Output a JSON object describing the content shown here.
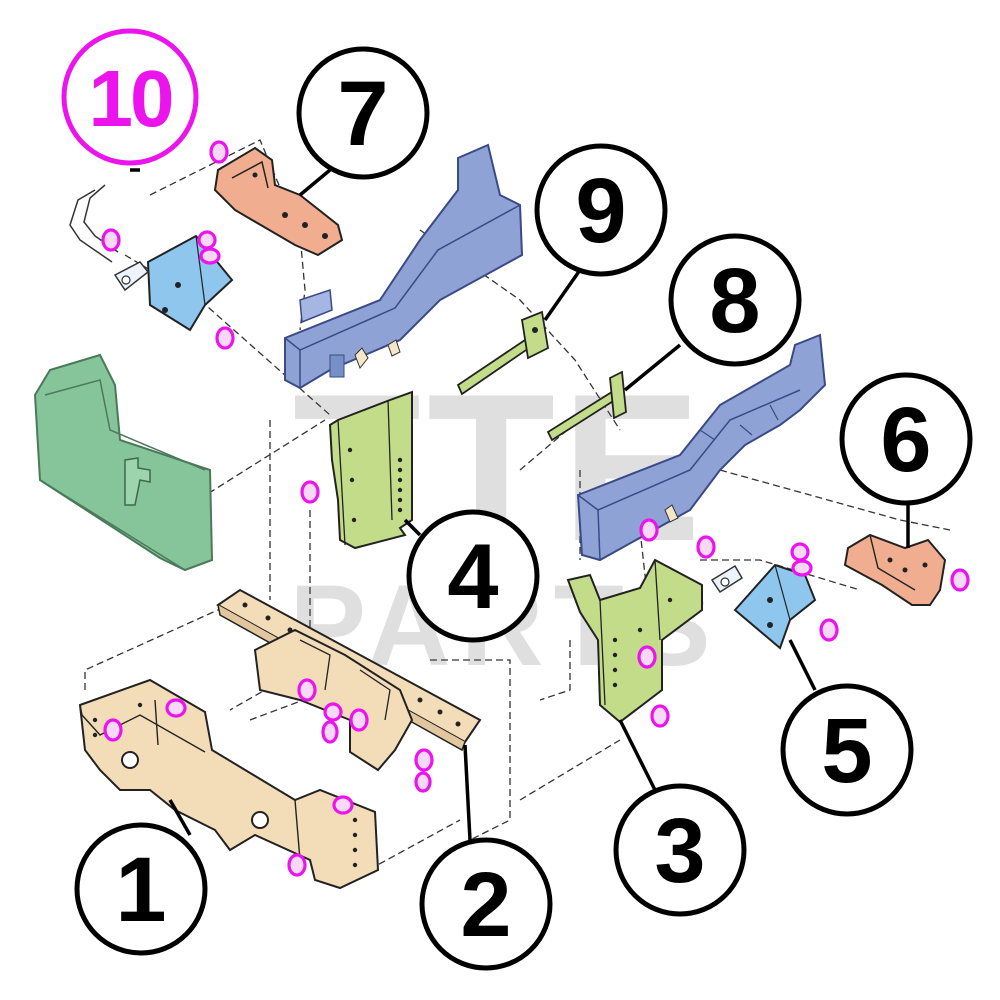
{
  "watermark": {
    "line1": "TTE",
    "line2": "PARTS"
  },
  "callouts": [
    {
      "id": "callout-1",
      "label": "1"
    },
    {
      "id": "callout-2",
      "label": "2"
    },
    {
      "id": "callout-3",
      "label": "3"
    },
    {
      "id": "callout-4",
      "label": "4"
    },
    {
      "id": "callout-5",
      "label": "5"
    },
    {
      "id": "callout-6",
      "label": "6"
    },
    {
      "id": "callout-7",
      "label": "7"
    },
    {
      "id": "callout-8",
      "label": "8"
    },
    {
      "id": "callout-9",
      "label": "9"
    },
    {
      "id": "callout-10",
      "label": "10"
    }
  ],
  "colors": {
    "frame_rail": "#8fa2d6",
    "bumper": "#86c59a",
    "crossmember": "#f3dcb8",
    "green_bracket": "#c3dc8a",
    "blue_bracket": "#8ec6ee",
    "orange_bracket": "#f0ad8f",
    "highlight_magenta": "#ec14ec",
    "callout_stroke": "#000000"
  }
}
